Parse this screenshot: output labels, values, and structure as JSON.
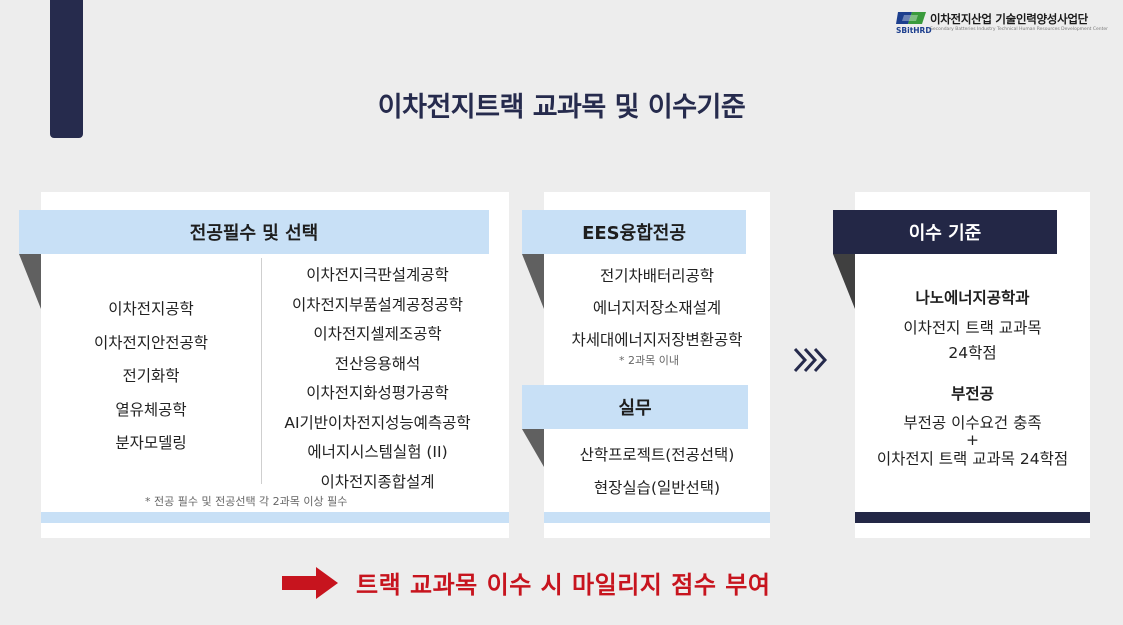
{
  "logo": {
    "name": "이차전지산업 기술인력양성사업단",
    "brand": "SBitHRD",
    "subtitle": "Secondary Batteries Industry Technical Human Resources Development Center",
    "colors": {
      "primary": "#1d3f8e",
      "accent": "#3a9b3c"
    }
  },
  "title": "이차전지트랙 교과목 및 이수기준",
  "major": {
    "header": "전공필수 및 선택",
    "required": [
      "이차전지공학",
      "이차전지안전공학",
      "전기화학",
      "열유체공학",
      "분자모델링"
    ],
    "elective": [
      "이차전지극판설계공학",
      "이차전지부품설계공정공학",
      "이차전지셀제조공학",
      "전산응용해석",
      "이차전지화성평가공학",
      "AI기반이차전지성능예측공학",
      "에너지시스템실험 (II)",
      "이차전지종합설계"
    ],
    "note": "* 전공 필수 및 전공선택 각 2과목 이상 필수"
  },
  "ees": {
    "header": "EES융합전공",
    "items": [
      "전기차배터리공학",
      "에너지저장소재설계",
      "차세대에너지저장변환공학"
    ],
    "note": "* 2과목 이내"
  },
  "practice": {
    "header": "실무",
    "items": [
      "산학프로젝트(전공선택)",
      "현장실습(일반선택)"
    ]
  },
  "arrow_icon": "triple-chevron-right-icon",
  "criteria": {
    "header": "이수 기준",
    "nano": {
      "title": "나노에너지공학과",
      "lines": [
        "이차전지 트랙 교과목",
        "24학점"
      ]
    },
    "minor": {
      "title": "부전공",
      "lines": [
        "부전공 이수요건 충족",
        "+",
        "이차전지 트랙 교과목 24학점"
      ]
    }
  },
  "bottom": {
    "icon": "red-arrow-right-icon",
    "text": "트랙 교과목 이수 시 마일리지 점수 부여",
    "color": "#c7141e"
  },
  "colors": {
    "navy": "#232746",
    "light_blue": "#c8e0f6",
    "background": "#ededed"
  }
}
